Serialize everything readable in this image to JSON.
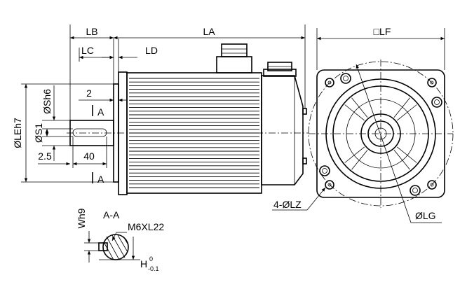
{
  "labels": {
    "lb": "LB",
    "la": "LA",
    "lf": "□LF",
    "lc": "LC",
    "ld": "LD",
    "two": "2",
    "section_top": "A",
    "section_bottom": "A",
    "sh6": "ØSh6",
    "s1": "ØS1",
    "leh7": "ØLEh7",
    "dim_25": "2.5",
    "dim_40": "40",
    "lz": "4-ØLZ",
    "lg": "ØLG",
    "wh9": "Wh9",
    "aa": "A-A",
    "thread": "M6XL22",
    "h": "H",
    "h_tol_top": "0",
    "h_tol_bottom": "-0.1"
  },
  "colors": {
    "line": "#000000",
    "background": "#ffffff"
  }
}
